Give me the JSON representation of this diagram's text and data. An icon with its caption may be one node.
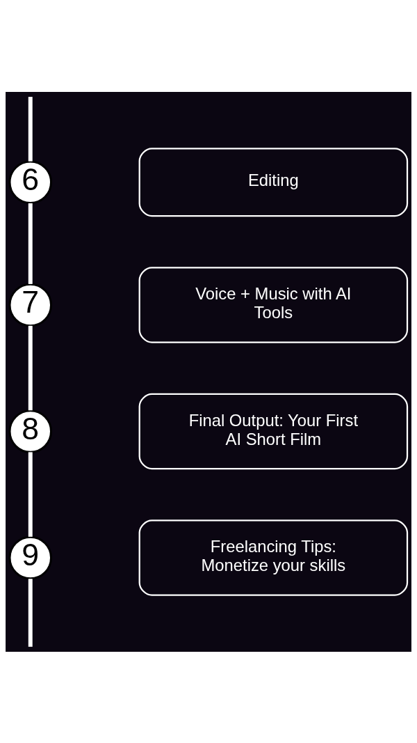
{
  "diagram": {
    "nodes": [
      {
        "text": [
          "6"
        ]
      },
      {
        "text": [
          "Editing"
        ]
      },
      {
        "text": [
          "7"
        ]
      },
      {
        "text": [
          "Voice + Music with AI Tools"
        ]
      },
      {
        "text": [
          "8"
        ]
      },
      {
        "text": [
          "Final Output: Your First AI Short Film"
        ]
      },
      {
        "text": [
          "9"
        ]
      },
      {
        "text": [
          "Freelancing Tips: Monetize your skills"
        ]
      }
    ],
    "edges": [
      {
        "from": null,
        "to": 0,
        "arrow": "none"
      },
      {
        "from": 0,
        "to": 2,
        "arrow": "none"
      },
      {
        "from": 2,
        "to": 4,
        "arrow": "none"
      },
      {
        "from": 4,
        "to": 6,
        "arrow": "none"
      },
      {
        "from": 6,
        "to": null,
        "arrow": "none"
      }
    ]
  }
}
